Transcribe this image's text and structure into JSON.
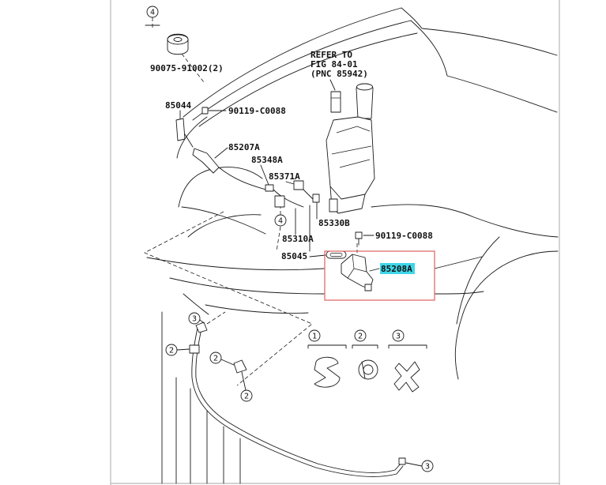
{
  "diagram": {
    "labels": {
      "clip_upper": "90075-91002(2)",
      "refer_to": "REFER TO",
      "refer_fig": "FIG 84-01",
      "refer_pnc": "(PNC 85942)",
      "p85044": "85044",
      "bolt_upper": "90119-C0088",
      "p85207a": "85207A",
      "p85348a": "85348A",
      "p85371a": "85371A",
      "p85330b": "85330B",
      "p85310a": "85310A",
      "bolt_lower": "90119-C0088",
      "p85045": "85045",
      "p85208a": "85208A"
    },
    "callouts": {
      "top_4": "4",
      "mid_4": "4",
      "hose_3_top": "3",
      "hose_2_left": "2",
      "hose_2_mid": "2",
      "hose_2_low": "2",
      "hose_3_end": "3"
    },
    "legend": [
      "1",
      "2",
      "3"
    ],
    "colors": {
      "line": "#1a1a1a",
      "highlight": "#3fd6e8",
      "selection_box": "#e06060",
      "frame": "#b8b8b8"
    }
  }
}
